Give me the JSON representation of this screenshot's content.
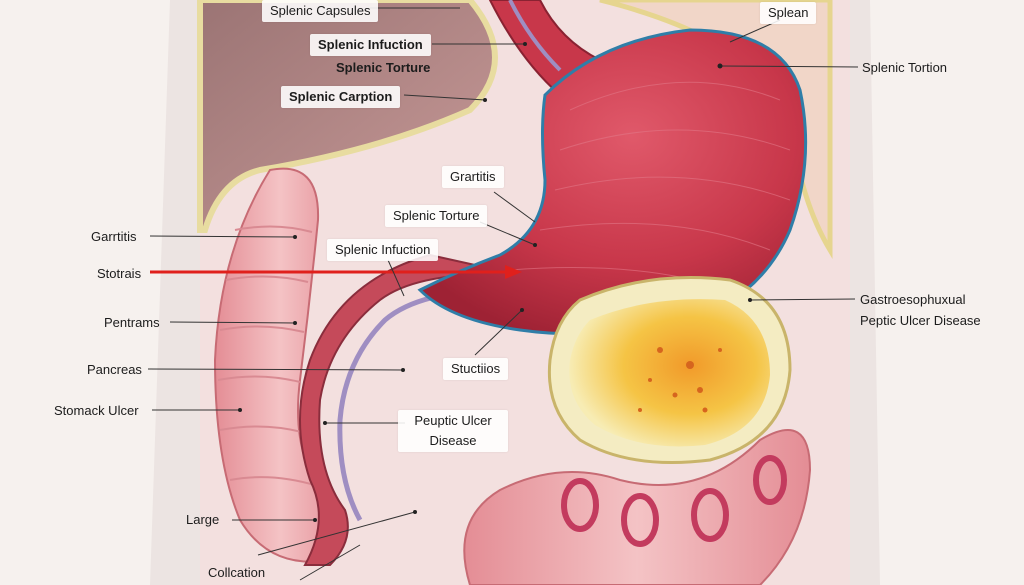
{
  "labels": {
    "splenic_capsules": "Splenic Capsules",
    "splenic_infuction_top": "Splenic Infuction",
    "splenic_torture_top": "Splenic Torture",
    "splenic_carption": "Splenic Carption",
    "splean": "Splean",
    "splenic_tortion": "Splenic Tortion",
    "grartitis": "Grartitis",
    "splenic_torture_mid": "Splenic Torture",
    "splenic_infuction_mid": "Splenic Infuction",
    "garrtitis": "Garrtitis",
    "stotrais": "Stotrais",
    "pentrams": "Pentrams",
    "pancreas": "Pancreas",
    "stomack_ulcer": "Stomack Ulcer",
    "stuctiios": "Stuctiios",
    "peuptic_line1": "Peuptic Ulcer",
    "peuptic_line2": "Disease",
    "gastro_line1": "Gastroesophuxual",
    "gastro_line2": "Peptic Ulcer Disease",
    "large": "Large",
    "collcation": "Collcation"
  },
  "colors": {
    "background": "#f6f1ee",
    "stomach": "#c8374a",
    "colon": "#e9a3a8",
    "arrow": "#e0201c",
    "gallbladder_yellow": "#f2c23a",
    "leader_line": "#333333"
  },
  "icons": [
    "red-arrow-icon"
  ]
}
